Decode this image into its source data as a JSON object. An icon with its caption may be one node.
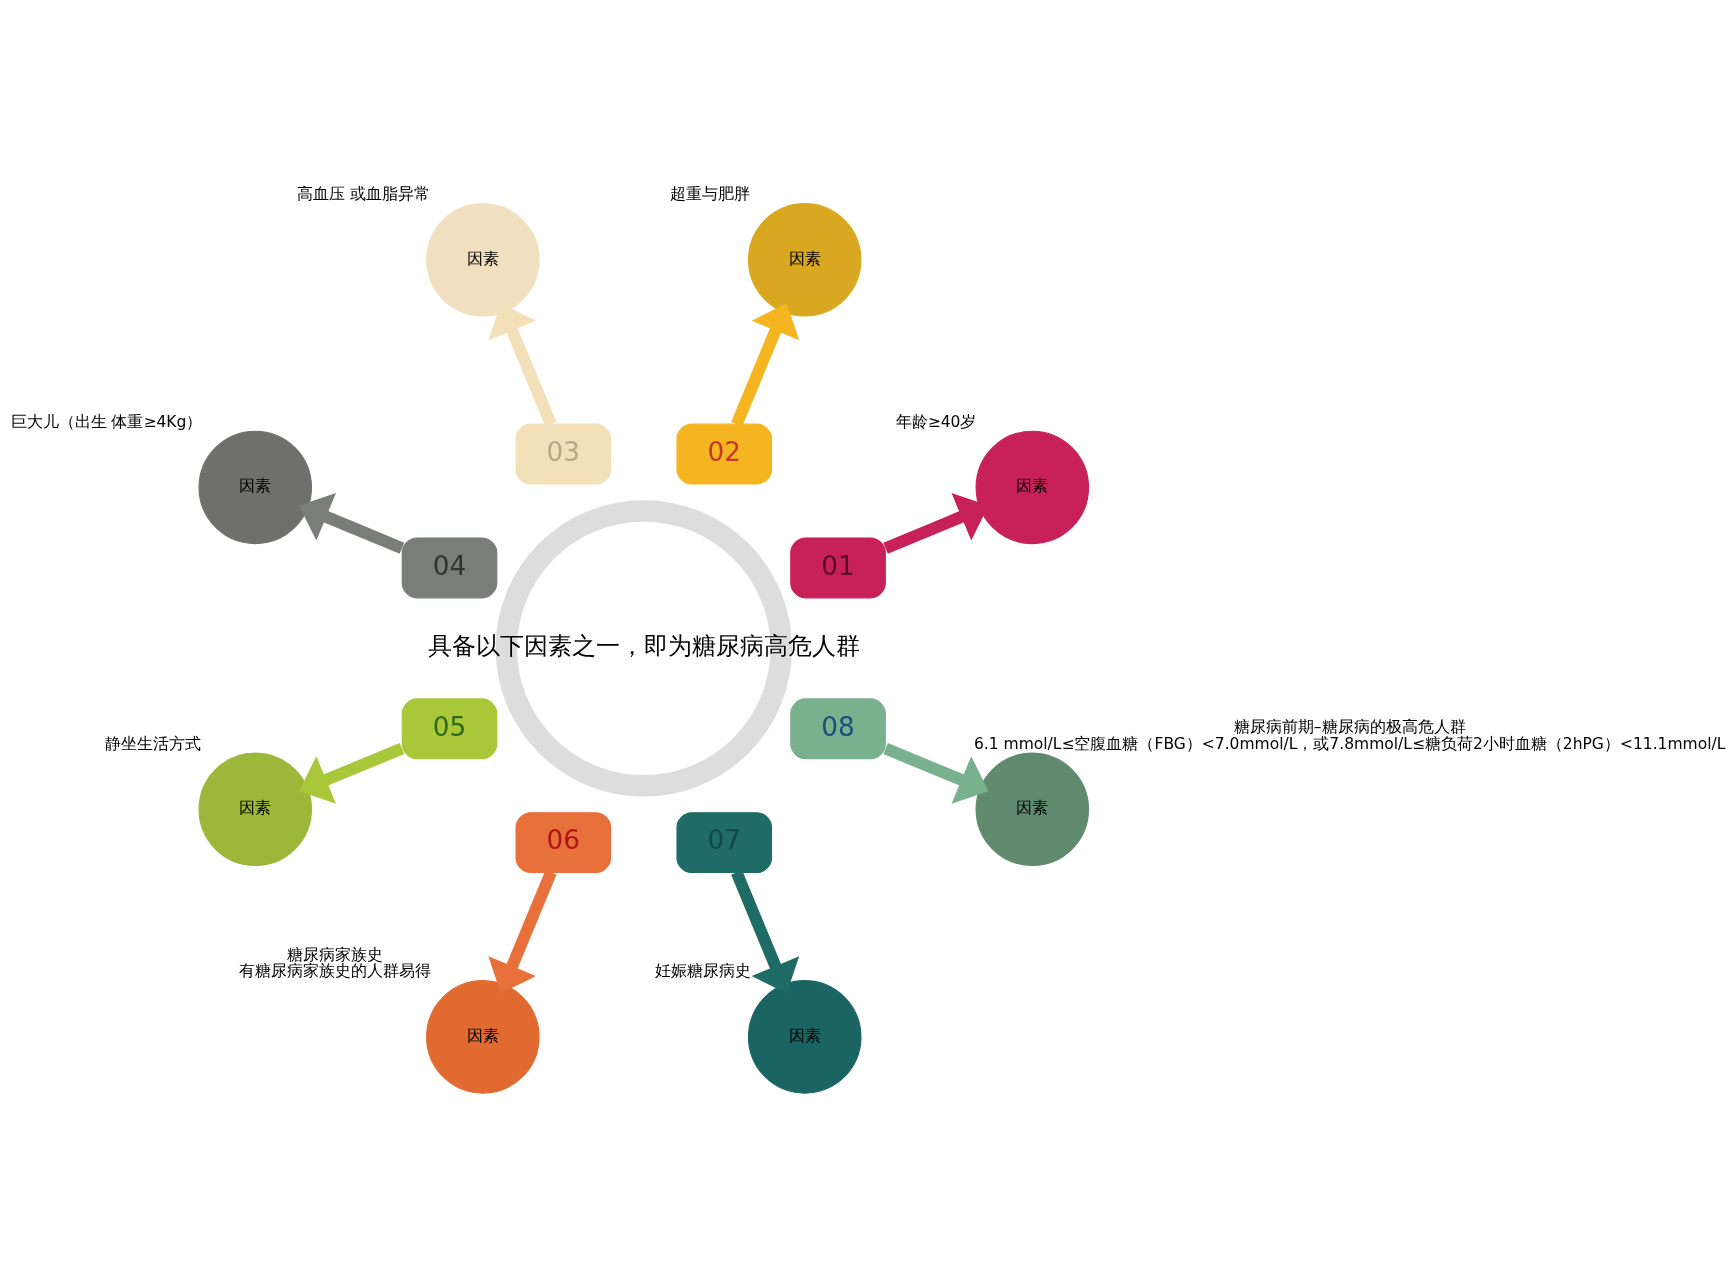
{
  "diagram": {
    "nodes": [
      {
        "text": [
          "具备以下因素之一，即为糖尿病高危人群"
        ]
      },
      {
        "text": [
          "01"
        ]
      },
      {
        "text": [
          "02"
        ]
      },
      {
        "text": [
          "03"
        ]
      },
      {
        "text": [
          "04"
        ]
      },
      {
        "text": [
          "05"
        ]
      },
      {
        "text": [
          "06"
        ]
      },
      {
        "text": [
          "07"
        ]
      },
      {
        "text": [
          "08"
        ]
      },
      {
        "text": [
          "因素"
        ],
        "beside": [
          "年龄≥40岁"
        ]
      },
      {
        "text": [
          "因素"
        ],
        "beside": [
          "超重与肥胖"
        ]
      },
      {
        "text": [
          "因素"
        ],
        "beside": [
          "高血压 或血脂异常"
        ]
      },
      {
        "text": [
          "因素"
        ],
        "beside": [
          "巨大儿（出生 体重≥4Kg）"
        ]
      },
      {
        "text": [
          "因素"
        ],
        "beside": [
          "静坐生活方式"
        ]
      },
      {
        "text": [
          "因素"
        ],
        "beside": [
          "糖尿病家族史",
          "有糖尿病家族史的人群易得"
        ]
      },
      {
        "text": [
          "因素"
        ],
        "beside": [
          "妊娠糖尿病史"
        ]
      },
      {
        "text": [
          "因素"
        ],
        "beside": [
          "糖尿病前期–糖尿病的极高危人群",
          "6.1 mmol/L≤空腹血糖（FBG）<7.0mmol/L，或7.8mmol/L≤糖负荷2小时血糖（2hPG）<11.1mmol/L"
        ]
      }
    ],
    "edges": [
      {
        "from": 1,
        "to": 9,
        "arrow": "to",
        "color": "#c8215a"
      },
      {
        "from": 2,
        "to": 10,
        "arrow": "to",
        "color": "#f5b520"
      },
      {
        "from": 3,
        "to": 11,
        "arrow": "to",
        "color": "#f3dfb8"
      },
      {
        "from": 4,
        "to": 12,
        "arrow": "to",
        "color": "#7a7d79"
      },
      {
        "from": 5,
        "to": 13,
        "arrow": "to",
        "color": "#a8c83a"
      },
      {
        "from": 6,
        "to": 14,
        "arrow": "to",
        "color": "#e8703a"
      },
      {
        "from": 7,
        "to": 15,
        "arrow": "to",
        "color": "#1f6b66"
      },
      {
        "from": 8,
        "to": 16,
        "arrow": "to",
        "color": "#79b08e"
      }
    ]
  }
}
